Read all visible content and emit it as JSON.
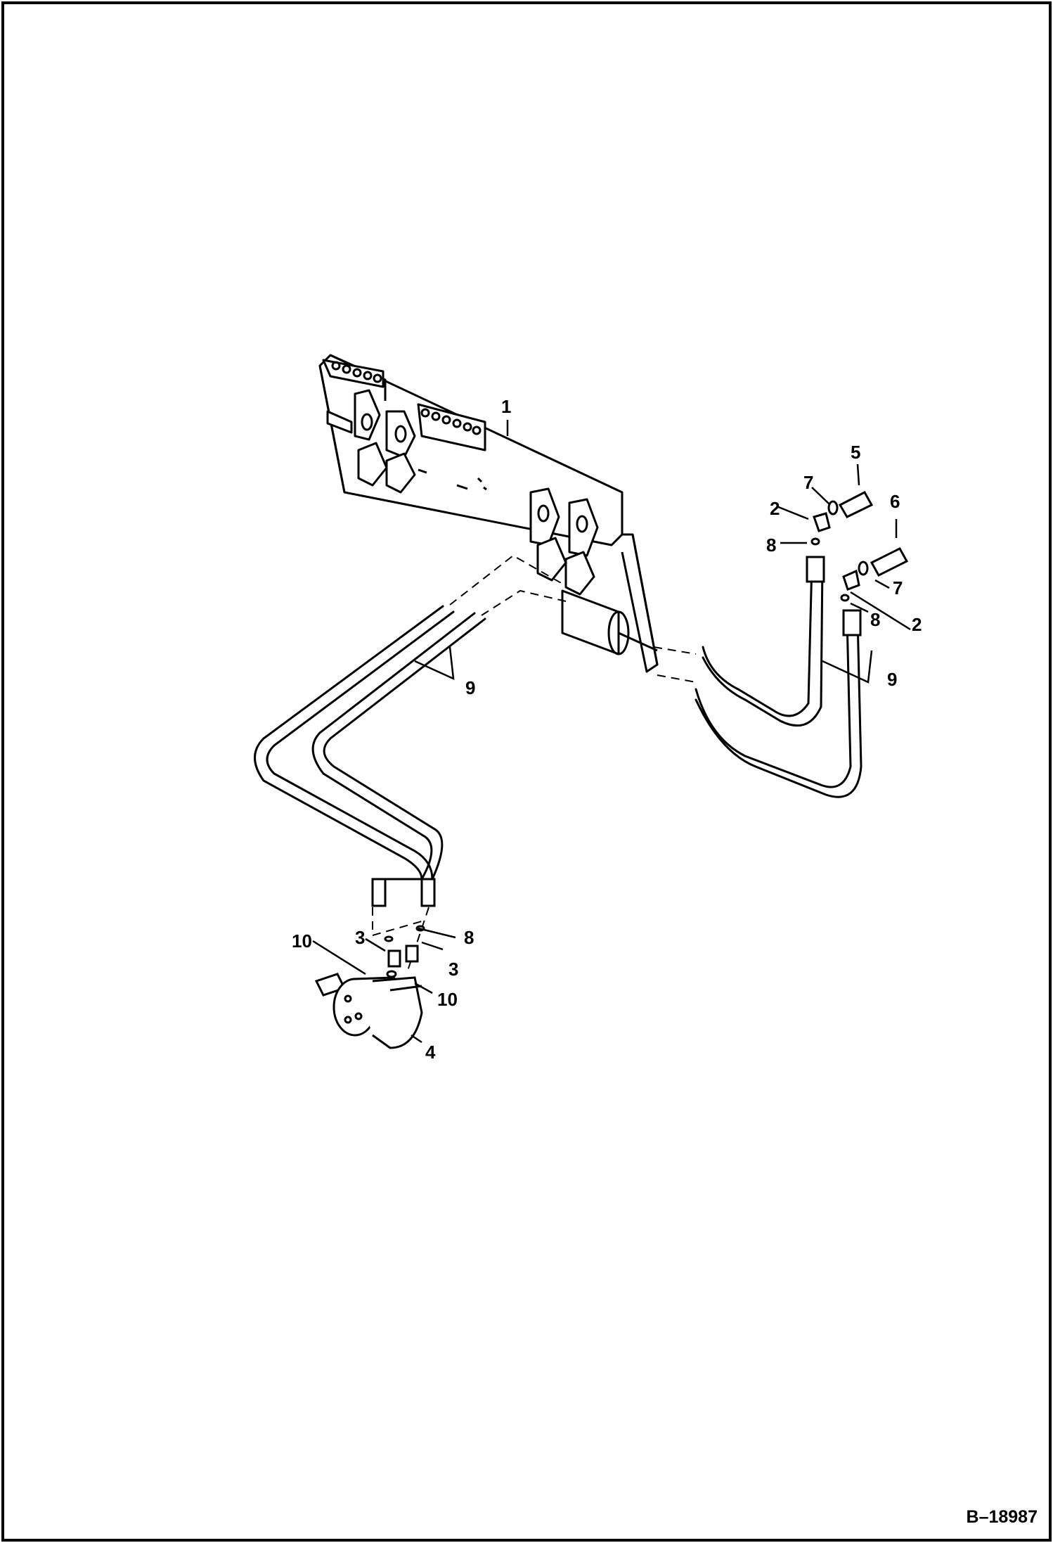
{
  "diagram": {
    "document_id": "B–18987",
    "callouts": {
      "frame": "1",
      "elbow_upper": "2",
      "elbow_lower": "2",
      "adapter_left": "3",
      "adapter_right": "3",
      "motor": "4",
      "coupler_male": "5",
      "coupler_female": "6",
      "oring_upper": "7",
      "oring_lower": "7",
      "oring_a": "8",
      "oring_b": "8",
      "oring_motor": "8",
      "hoses_left": "9",
      "hoses_right": "9",
      "oring_motor_left": "10",
      "oring_motor_right": "10"
    }
  }
}
